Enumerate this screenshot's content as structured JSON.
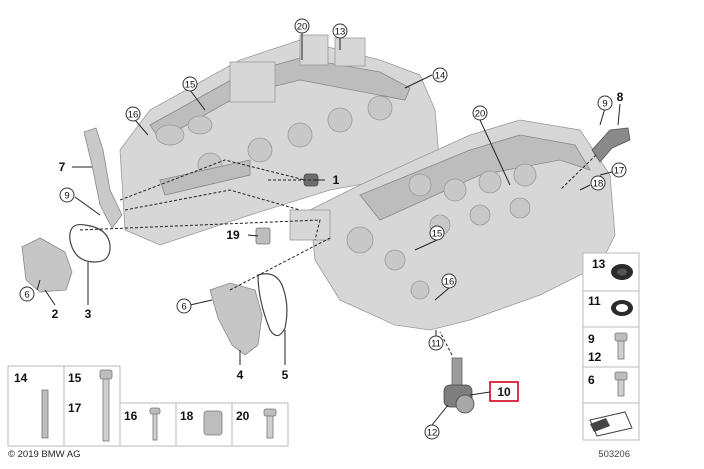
{
  "callouts": {
    "n1": "1",
    "n2": "2",
    "n3": "3",
    "n4": "4",
    "n5": "5",
    "n6a": "6",
    "n6b": "6",
    "n7": "7",
    "n8": "8",
    "n9a": "9",
    "n9b": "9",
    "n10": "10",
    "n11": "11",
    "n12": "12",
    "n13": "13",
    "n14": "14",
    "n15a": "15",
    "n15b": "15",
    "n16a": "16",
    "n16b": "16",
    "n17": "17",
    "n18": "18",
    "n19": "19",
    "n20a": "20",
    "n20b": "20"
  },
  "legend_right": {
    "r13": "13",
    "r11": "11",
    "r9": "9",
    "r12": "12",
    "r6": "6"
  },
  "legend_bottom": {
    "b14": "14",
    "b15": "15",
    "b17": "17",
    "b16": "16",
    "b18": "18",
    "b20": "20"
  },
  "footer": {
    "copyright": "© 2019 BMW AG",
    "diagram_id": "503206"
  },
  "highlight_color": "#d0021b"
}
